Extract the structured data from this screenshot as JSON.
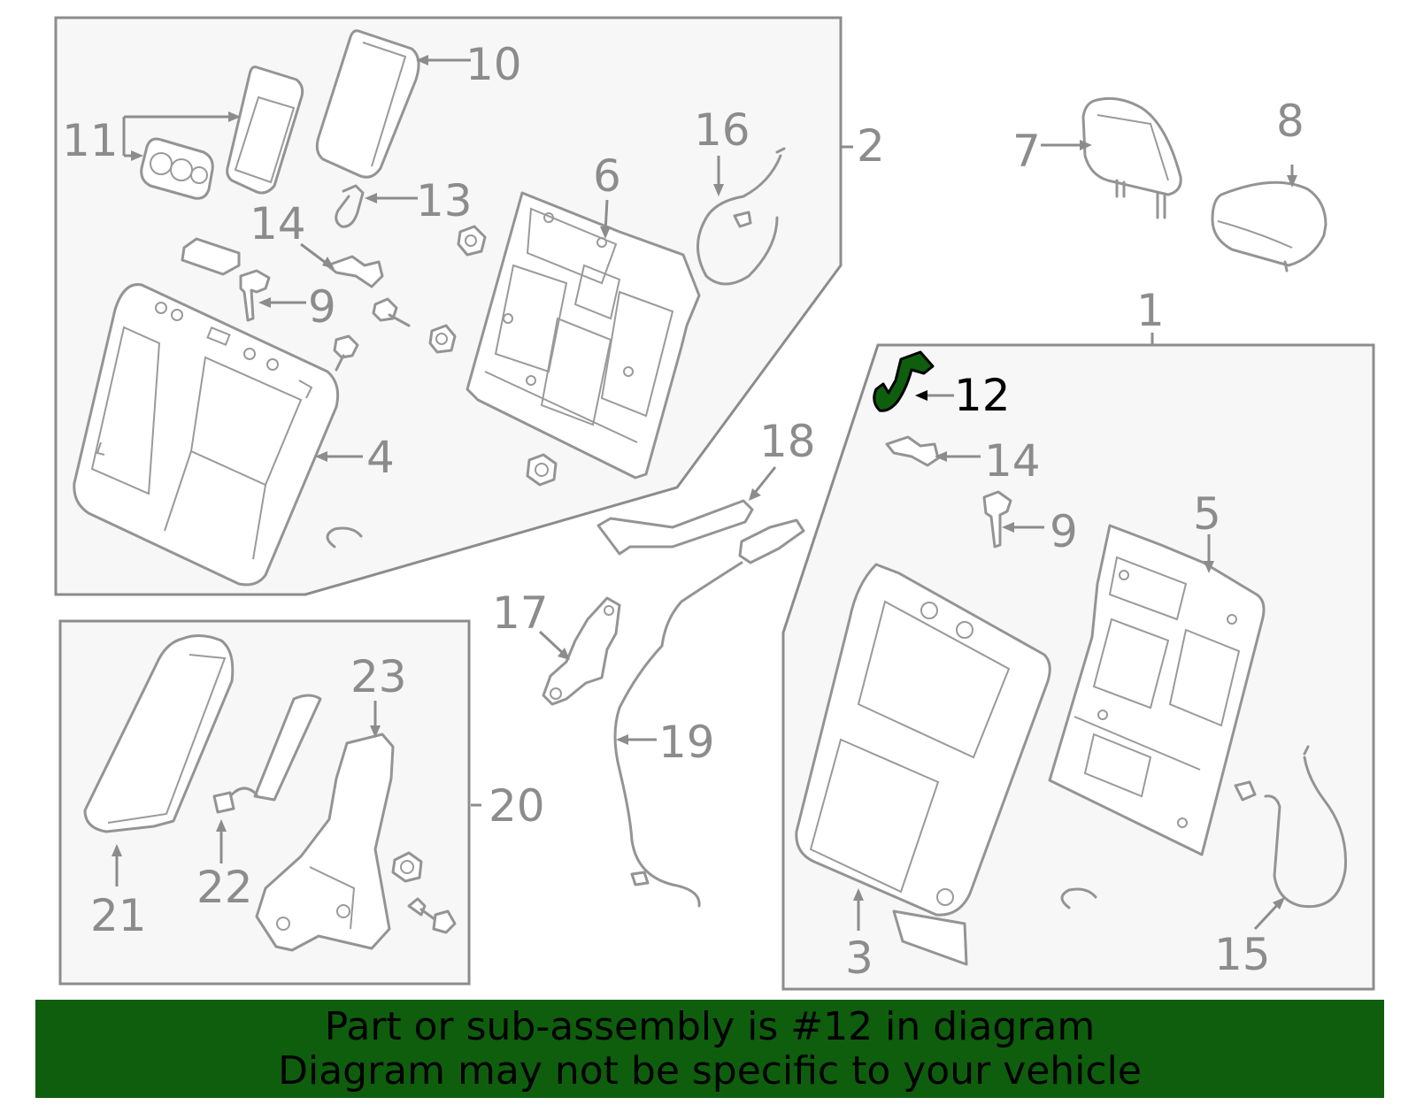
{
  "callouts": {
    "c1": "1",
    "c2": "2",
    "c3": "3",
    "c4": "4",
    "c5": "5",
    "c6": "6",
    "c7": "7",
    "c8": "8",
    "c9a": "9",
    "c9b": "9",
    "c10": "10",
    "c11": "11",
    "c12": "12",
    "c13": "13",
    "c14a": "14",
    "c14b": "14",
    "c15": "15",
    "c16": "16",
    "c17": "17",
    "c18": "18",
    "c19": "19",
    "c20": "20",
    "c21": "21",
    "c22": "22",
    "c23": "23"
  },
  "highlight": {
    "part": "12",
    "color": "#0e5e0e"
  },
  "banner": {
    "line1": "Part or sub-assembly is #12 in diagram",
    "line2": "Diagram may not be specific to your vehicle",
    "background": "#0e5e0e"
  }
}
